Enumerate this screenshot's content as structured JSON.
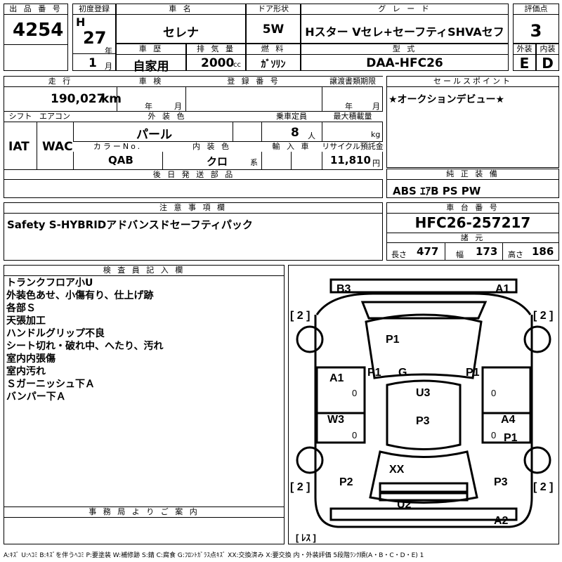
{
  "header": {
    "lot_no_label": "出 品 番 号",
    "lot_no": "4254",
    "first_reg_label": "初度登録",
    "era": "H",
    "year": "27",
    "year_unit": "年",
    "month": "1",
    "month_unit": "月",
    "model_label": "車 名",
    "model": "セレナ",
    "door_label": "ドア形状",
    "door": "5W",
    "grade_label": "グ レ ー ド",
    "grade": "Hスター Vセレ+セーフティSHVAセフ",
    "score_label": "評価点",
    "score": "3",
    "history_label": "車 歴",
    "history": "自家用",
    "displacement_label": "排 気 量",
    "displacement": "2000",
    "displacement_unit": "cc",
    "fuel_label": "燃 料",
    "fuel": "ｶﾞｿﾘﾝ",
    "type_label": "型 式",
    "type": "DAA-HFC26",
    "ext_label": "外装",
    "ext_grade": "E",
    "int_label": "内装",
    "int_grade": "D"
  },
  "row2": {
    "mileage_label": "走 行",
    "mileage": "190,027",
    "mileage_unit": "km",
    "inspection_label": "車 検",
    "insp_year_unit": "年",
    "insp_month_unit": "月",
    "regno_label": "登 録 番 号",
    "transfer_label": "譲渡書類期限",
    "transfer_year_unit": "年",
    "transfer_month_unit": "月",
    "sales_label": "セールスポイント",
    "sales_point": "★オークションデビュー★",
    "shift_label": "シフト",
    "shift": "IAT",
    "ac_label": "エアコン",
    "ac": "WAC",
    "color_label": "外 装 色",
    "color": "パール",
    "capacity_label": "乗車定員",
    "capacity": "8",
    "capacity_unit": "人",
    "load_label": "最大積載量",
    "load_unit": "kg",
    "color_no_label": "カラーNo.",
    "color_no": "QAB",
    "interior_color_label": "内 装 色",
    "interior_color": "クロ",
    "interior_color_unit": "系",
    "import_label": "輸 入 車",
    "recycle_label": "リサイクル預託金",
    "recycle": "11,810",
    "recycle_unit": "円"
  },
  "later_parts_label": "後 日 発 送 部 品",
  "equipment_label": "純 正 装 備",
  "equipment": "ABS ｴｱB PS PW",
  "notes_label": "注 意 事 項 欄",
  "notes": "Safety S-HYBRIDアドバンスドセーフティパック",
  "chassis_label": "車 台 番 号",
  "chassis_no": "HFC26-257217",
  "dims_label": "諸 元",
  "dims": {
    "length_label": "長さ",
    "length": "477",
    "width_label": "幅",
    "width": "173",
    "height_label": "高さ",
    "height": "186"
  },
  "inspector_label": "検 査 員 記 入 欄",
  "inspector_notes": [
    "トランクフロア小U",
    "外装色あせ、小傷有り、仕上げ跡",
    "各部Ｓ",
    "天張加工",
    "ハンドルグリップ不良",
    "シート切れ・破れ中、へたり、汚れ",
    "室内内張傷",
    "室内汚れ",
    "Ｓガーニッシュ下Ａ",
    "バンパー下Ａ"
  ],
  "office_label": "事 務 局 よ り ご 案 内",
  "diagram_marks": {
    "b3": "B3",
    "a1_top": "A1",
    "p1_roof": "P1",
    "a1_left": "A1",
    "p1_left": "P1",
    "g": "G",
    "p1_right": "P1",
    "u3": "U3",
    "w3": "W3",
    "p3_mid": "P3",
    "a4": "A4",
    "p1_rr": "P1",
    "xx": "XX",
    "p2_left": "P2",
    "p3_right": "P3",
    "u2": "U2",
    "a2": "A2",
    "tire_fl": "[ 2 ]",
    "tire_fr": "[ 2 ]",
    "tire_rl": "[ 2 ]",
    "tire_rr": "[ 2 ]",
    "spare": "[ ﾚｽ ]",
    "zero1": "0",
    "zero2": "0",
    "zero3": "0",
    "zero4": "0"
  },
  "legend": "A:ｷｽﾞ U:ﾍｺﾐ B:ｷｽﾞを伴うﾍｺﾐ P:要塗装 W:補修跡 S:錆 C:腐食 G:ﾌﾛﾝﾄｶﾞﾗｽ点ｷｽﾞ XX:交換済み X:要交換 内・外装評価 5段階ﾗﾝｸ順(A・B・C・D・E) 1"
}
